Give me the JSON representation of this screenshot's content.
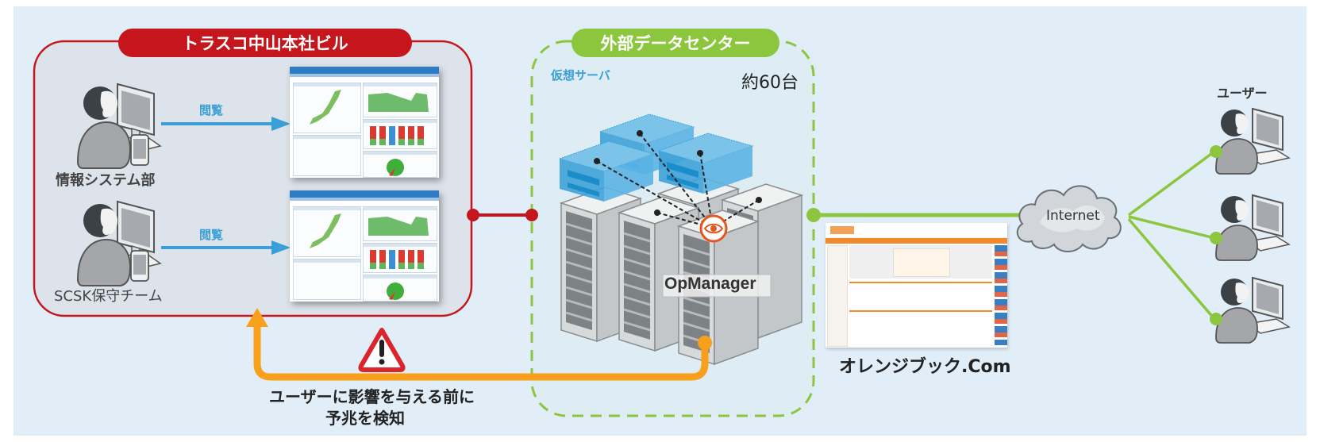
{
  "colors": {
    "background": "#e1eef8",
    "hq_red": "#c4161c",
    "hq_fill": "#dde3ea",
    "datacenter_green": "#8cc63f",
    "arrow_blue": "#3a9fd6",
    "alert_orange": "#f8a01c",
    "link_green": "#8cc63f",
    "text_dark": "#333333",
    "virtual_blue": "#3a9fd6"
  },
  "hq": {
    "title": "トラスコ中山本社ビル",
    "groups": [
      {
        "name": "情報システム部",
        "action": "閲覧"
      },
      {
        "name": "SCSK保守チーム",
        "action": "閲覧"
      }
    ]
  },
  "datacenter": {
    "title": "外部データセンター",
    "virtual_label": "仮想サーバ",
    "count_label": "約60台",
    "monitor_label": "OpManager"
  },
  "website": {
    "label": "オレンジブック.Com"
  },
  "internet": {
    "label": "Internet"
  },
  "users": {
    "label": "ユーザー",
    "count": 3
  },
  "alert": {
    "line1": "ユーザーに影響を与える前に",
    "line2": "予兆を検知"
  },
  "icons": {
    "person": "person-at-computer-icon",
    "warning": "warning-triangle-icon",
    "eye": "eye-monitor-icon",
    "cloud": "cloud-icon",
    "server": "server-rack-icon"
  }
}
